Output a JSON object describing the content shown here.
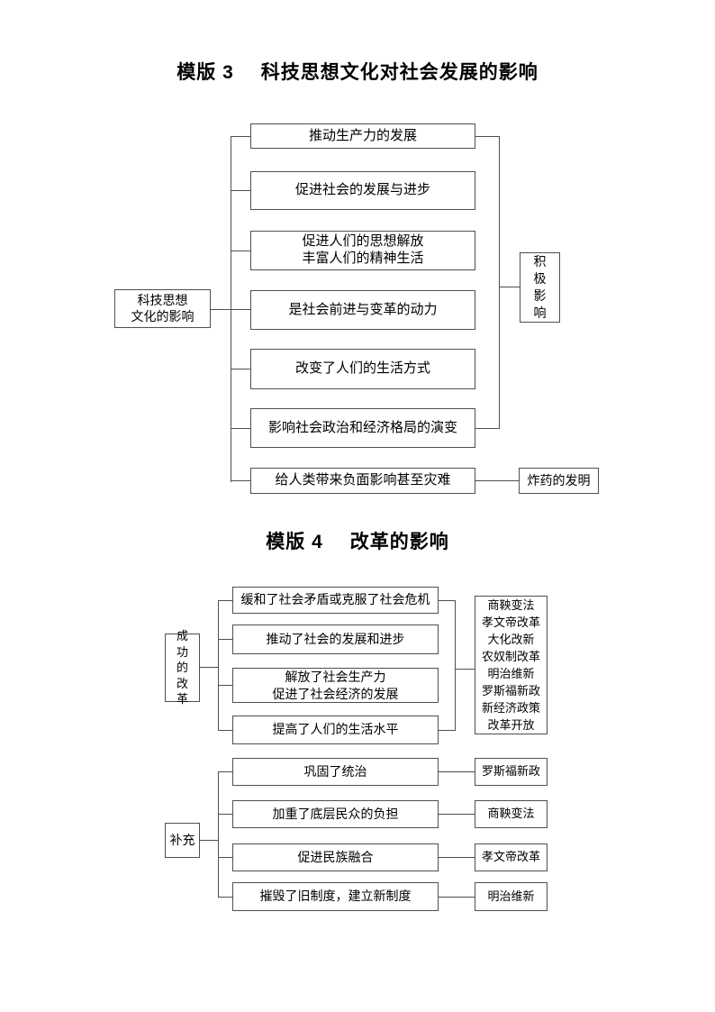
{
  "diagram1": {
    "title": {
      "prefix": "模版 3",
      "text": "科技思想文化对社会发展的影响"
    },
    "root": "科技思想\n文化的影响",
    "branches": [
      "推动生产力的发展",
      "促进社会的发展与进步",
      "促进人们的思想解放\n丰富人们的精神生活",
      "是社会前进与变革的动力",
      "改变了人们的生活方式",
      "影响社会政治和经济格局的演变",
      "给人类带来负面影响甚至灾难"
    ],
    "positive_label": "积极影响",
    "negative_example": "炸药的发明"
  },
  "diagram2": {
    "title": {
      "prefix": "模版 4",
      "text": "改革的影响"
    },
    "success": {
      "root": "成功的改革",
      "branches": [
        "缓和了社会矛盾或克服了社会危机",
        "推动了社会的发展和进步",
        "解放了社会生产力\n促进了社会经济的发展",
        "提高了人们的生活水平"
      ],
      "examples": [
        "商鞅变法",
        "孝文帝改革",
        "大化改新",
        "农奴制改革",
        "明治维新",
        "罗斯福新政",
        "新经济政策",
        "改革开放"
      ]
    },
    "supplement": {
      "root": "补充",
      "rows": [
        {
          "effect": "巩固了统治",
          "example": "罗斯福新政"
        },
        {
          "effect": "加重了底层民众的负担",
          "example": "商鞅变法"
        },
        {
          "effect": "促进民族融合",
          "example": "孝文帝改革"
        },
        {
          "effect": "摧毁了旧制度，建立新制度",
          "example": "明治维新"
        }
      ]
    }
  }
}
